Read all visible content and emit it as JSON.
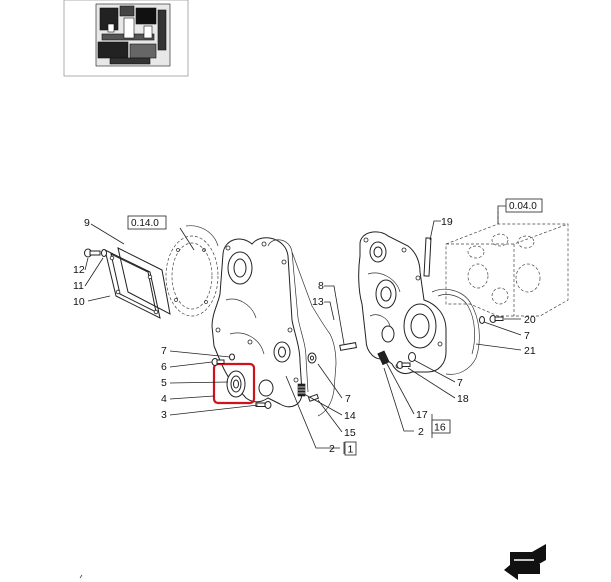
{
  "callouts": {
    "c1": "1",
    "c2a": "2",
    "c2b": "2",
    "c3": "3",
    "c4": "4",
    "c5": "5",
    "c6": "6",
    "c7a": "7",
    "c7b": "7",
    "c7c": "7",
    "c7d": "7",
    "c8": "8",
    "c9": "9",
    "c10": "10",
    "c11": "11",
    "c12": "12",
    "c13": "13",
    "c14": "14",
    "c15": "15",
    "c16": "16",
    "c17": "17",
    "c18": "18",
    "c19": "19",
    "c20": "20",
    "c21": "21"
  },
  "references": {
    "ref_0140": "0.14.0",
    "ref_0040": "0.04.0"
  },
  "highlight": {
    "color": "#d0121b",
    "target": "5"
  },
  "icons": {
    "thumbnail": "engine-thumbnail-icon",
    "nav": "next-page-arrow-icon"
  }
}
